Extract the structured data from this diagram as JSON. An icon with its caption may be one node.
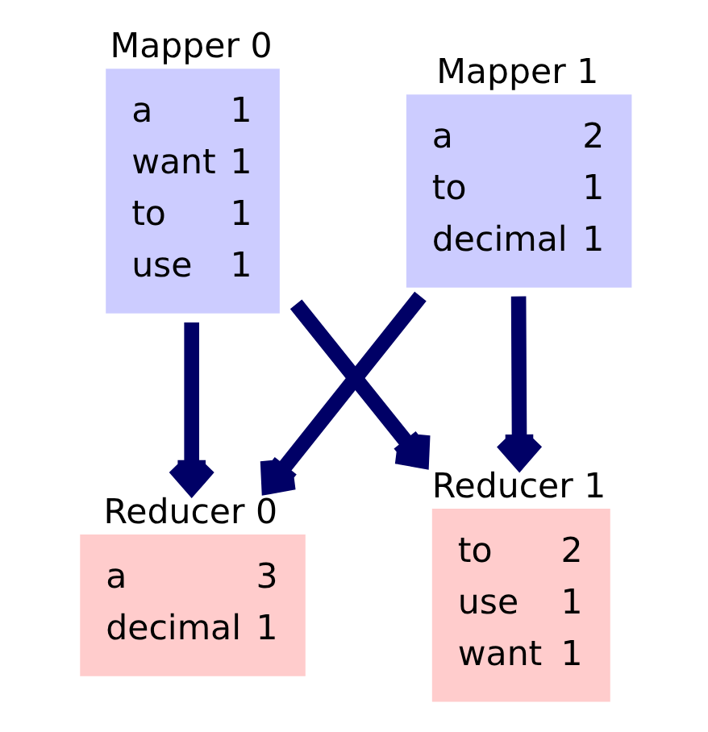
{
  "diagram": {
    "nodes": [
      {
        "text": [
          "Mapper 0",
          "a",
          "1",
          "want",
          "1",
          "to",
          "1",
          "use",
          "1"
        ]
      },
      {
        "text": [
          "Mapper 1",
          "a",
          "2",
          "to",
          "1",
          "decimal",
          "1"
        ]
      },
      {
        "text": [
          "Reducer 0",
          "a",
          "3",
          "decimal",
          "1"
        ]
      },
      {
        "text": [
          "Reducer 1",
          "to",
          "2",
          "use",
          "1",
          "want",
          "1"
        ]
      }
    ],
    "edges": [
      {
        "from": 0,
        "to": 2,
        "arrow": "to"
      },
      {
        "from": 0,
        "to": 3,
        "arrow": "to"
      },
      {
        "from": 1,
        "to": 2,
        "arrow": "to"
      },
      {
        "from": 1,
        "to": 3,
        "arrow": "to"
      }
    ]
  }
}
